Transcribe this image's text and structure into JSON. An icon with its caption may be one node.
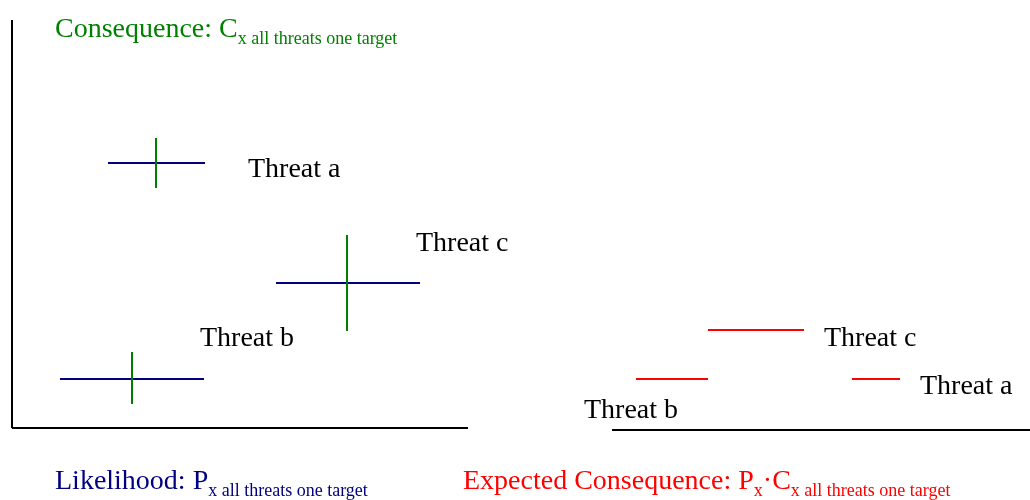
{
  "diagram": {
    "labels": [
      "Consequence: C$_{x all threats one target}$",
      "Threat a",
      "Threat c",
      "Threat b",
      "Threat c",
      "Threat a",
      "Threat b",
      "Likelihood: P$_{x all threats one target}$",
      "Expected Consequence: P$_{x}$·C$_{x all threats one target}$"
    ]
  }
}
